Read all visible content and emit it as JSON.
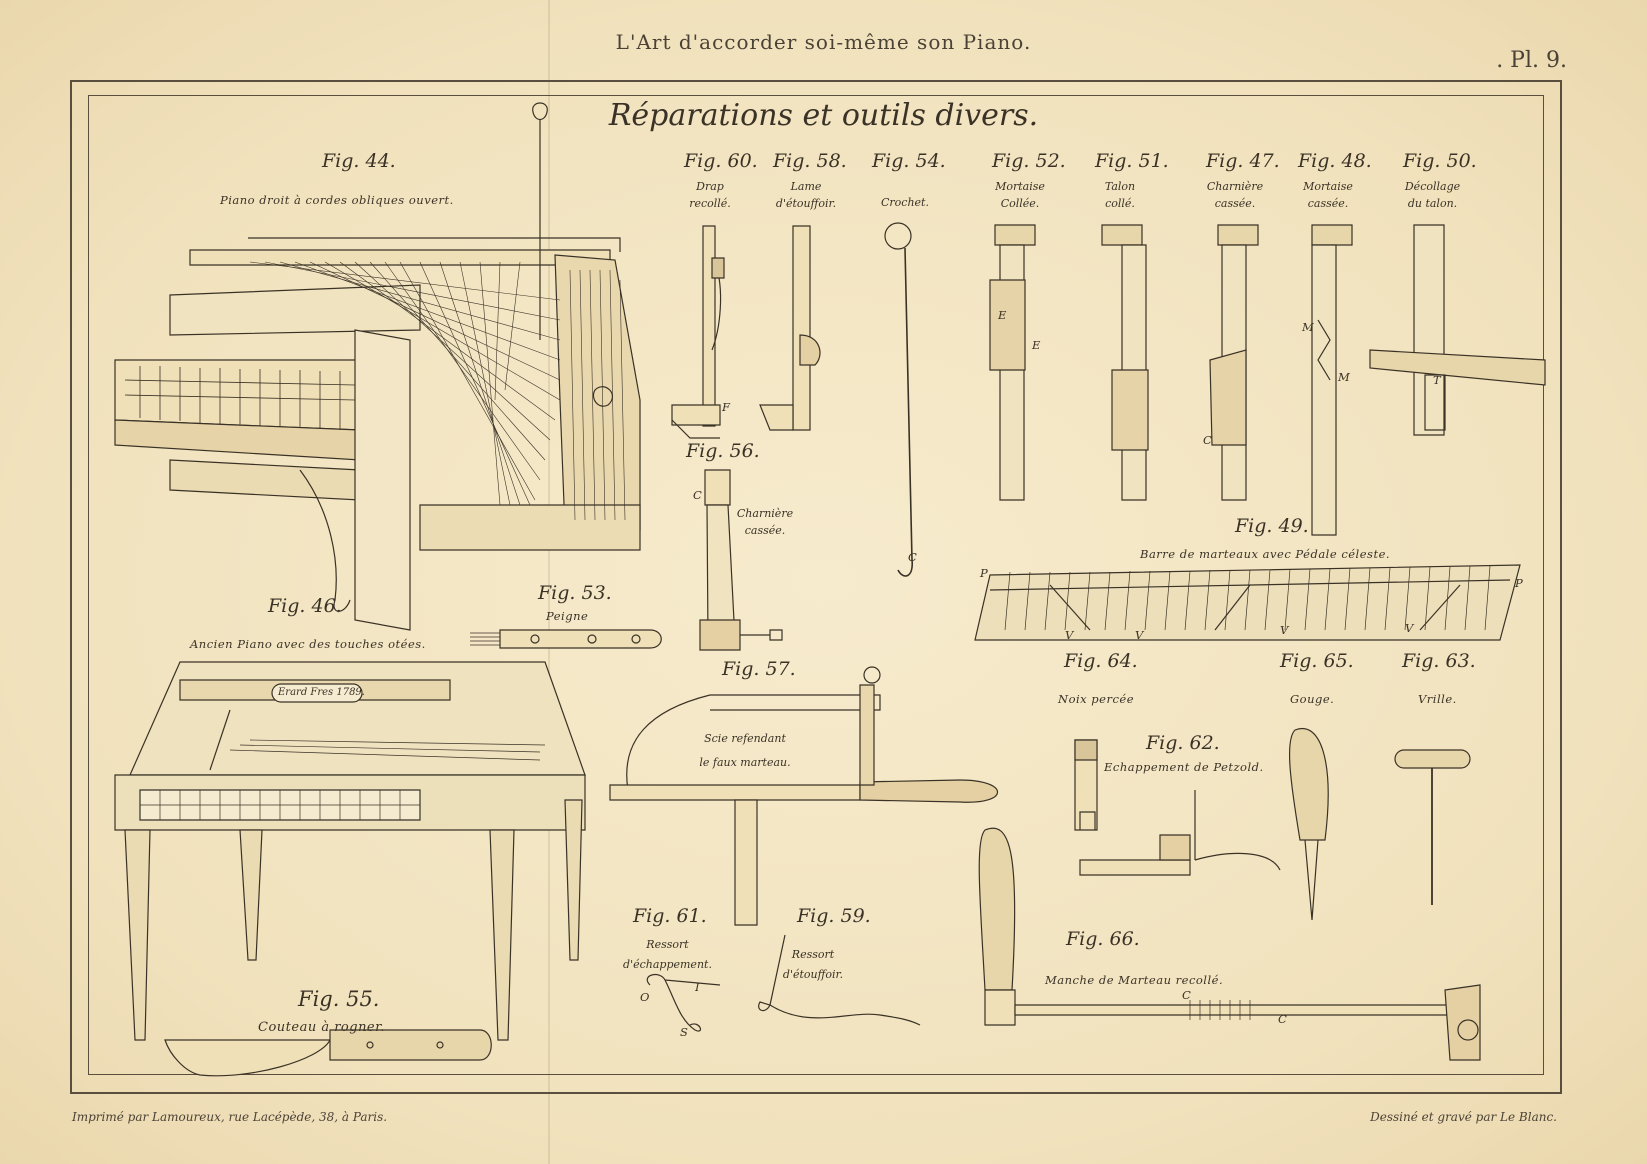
{
  "header": {
    "running_title": "L'Art d'accorder soi-même son Piano.",
    "plate_number": ". Pl. 9."
  },
  "title": "Réparations et outils divers.",
  "figures": {
    "f44": {
      "label": "Fig. 44.",
      "caption": "Piano droit à cordes obliques ouvert."
    },
    "f60": {
      "label": "Fig. 60.",
      "caption_1": "Drap",
      "caption_2": "recollé."
    },
    "f58": {
      "label": "Fig. 58.",
      "caption_1": "Lame",
      "caption_2": "d'étouffoir."
    },
    "f54": {
      "label": "Fig. 54.",
      "caption_1": "Crochet."
    },
    "f52": {
      "label": "Fig. 52.",
      "caption_1": "Mortaise",
      "caption_2": "Collée."
    },
    "f51": {
      "label": "Fig. 51.",
      "caption_1": "Talon",
      "caption_2": "collé."
    },
    "f47": {
      "label": "Fig. 47.",
      "caption_1": "Charnière",
      "caption_2": "cassée."
    },
    "f48": {
      "label": "Fig. 48.",
      "caption_1": "Mortaise",
      "caption_2": "cassée."
    },
    "f50": {
      "label": "Fig. 50.",
      "caption_1": "Décollage",
      "caption_2": "du talon."
    },
    "f56": {
      "label": "Fig. 56.",
      "caption_1": "Charnière",
      "caption_2": "cassée."
    },
    "f49": {
      "label": "Fig. 49.",
      "caption": "Barre de marteaux avec Pédale céleste."
    },
    "f46": {
      "label": "Fig. 46.",
      "caption": "Ancien Piano avec des touches otées."
    },
    "f53": {
      "label": "Fig. 53.",
      "caption": "Peigne"
    },
    "f57": {
      "label": "Fig. 57.",
      "caption_1": "Scie refendant",
      "caption_2": "le faux marteau."
    },
    "f64": {
      "label": "Fig. 64.",
      "caption": "Noix percée"
    },
    "f65": {
      "label": "Fig. 65.",
      "caption": "Gouge."
    },
    "f63": {
      "label": "Fig. 63.",
      "caption": "Vrille."
    },
    "f62": {
      "label": "Fig. 62.",
      "caption": "Echappement de Petzold."
    },
    "f61": {
      "label": "Fig. 61.",
      "caption_1": "Ressort",
      "caption_2": "d'échappement."
    },
    "f59": {
      "label": "Fig. 59.",
      "caption_1": "Ressort",
      "caption_2": "d'étouffoir."
    },
    "f66": {
      "label": "Fig. 66.",
      "caption": "Manche de Marteau recollé."
    },
    "f55": {
      "label": "Fig. 55.",
      "caption": "Couteau à rogner."
    }
  },
  "engraved": {
    "maker_plate": "Erard Fres 1789."
  },
  "letters": {
    "E": "E",
    "F": "F",
    "C": "C",
    "M": "M",
    "T": "T",
    "P": "P",
    "V": "V",
    "I": "I",
    "O": "O",
    "S": "S"
  },
  "footer": {
    "left": "Imprimé par Lamoureux, rue Lacépède, 38, à Paris.",
    "right": "Dessiné et gravé par Le Blanc."
  },
  "colors": {
    "paper": "#f3e6c4",
    "ink": "#3a3226",
    "frame": "#5a4e3e"
  }
}
